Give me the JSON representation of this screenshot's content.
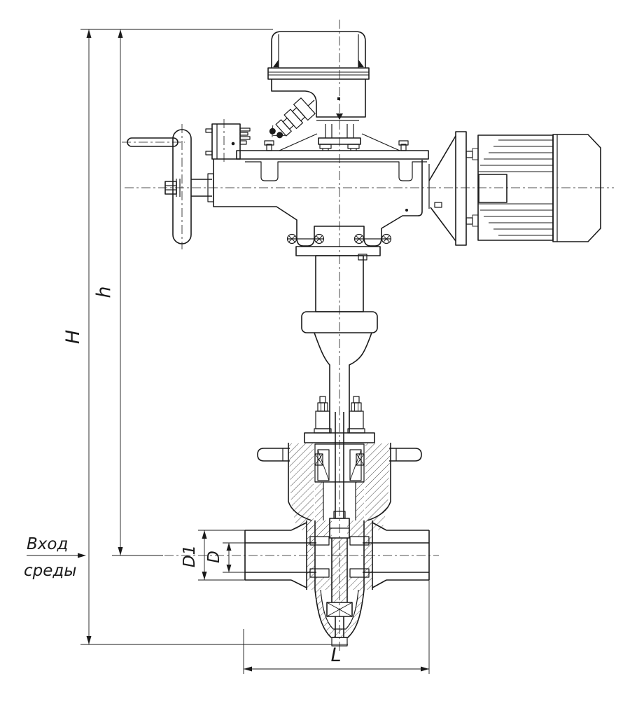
{
  "drawing": {
    "background": "#ffffff",
    "line_color": "#1a1a1a",
    "inlet": {
      "line1": "Вход",
      "line2": "среды"
    },
    "dimensions": {
      "overall_height": "H",
      "axis_height": "h",
      "outer_diameter": "D1",
      "bore_diameter": "D",
      "face_to_face": "L"
    }
  }
}
